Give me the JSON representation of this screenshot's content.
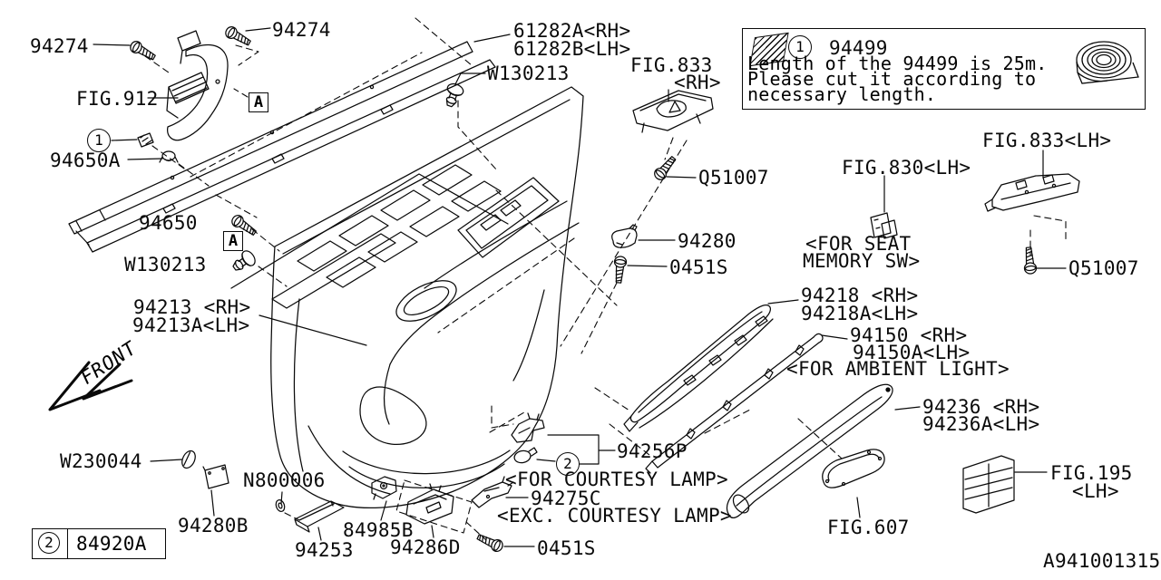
{
  "diagram_code": "A941001315",
  "front_label": "FRONT",
  "markers": {
    "a": "A",
    "ref1": "1",
    "ref2": "2"
  },
  "note_box": {
    "ref": "1",
    "part_number": "94499",
    "line1": "Length of the 94499 is 25m.",
    "line2": "Please cut it according to",
    "line3": "necessary length."
  },
  "legend_box": {
    "ref": "2",
    "part_number": "84920A"
  },
  "callouts": {
    "p94274_a": "94274",
    "p94274_b": "94274",
    "fig912": "FIG.912",
    "p94650a": "94650A",
    "p94650": "94650",
    "w130213_mid": "W130213",
    "p94213_rh": "94213 <RH>",
    "p94213_lh": "94213A<LH>",
    "p61282a": "61282A<RH>",
    "p61282b": "61282B<LH>",
    "w130213_top": "W130213",
    "fig833_rh_1": "FIG.833",
    "fig833_rh_2": "<RH>",
    "q51007_top": "Q51007",
    "fig833_lh": "FIG.833<LH>",
    "fig830_lh": "FIG.830<LH>",
    "seat_memory_1": "<FOR SEAT",
    "seat_memory_2": "MEMORY SW>",
    "q51007_right": "Q51007",
    "p94280": "94280",
    "p0451s_mid": "0451S",
    "p94218_rh": "94218 <RH>",
    "p94218_lh": "94218A<LH>",
    "p94150_rh": "94150 <RH>",
    "p94150_lh": "94150A<LH>",
    "ambient": "<FOR AMBIENT LIGHT>",
    "p94236_rh": "94236 <RH>",
    "p94236_lh": "94236A<LH>",
    "fig195_1": "FIG.195",
    "fig195_2": "<LH>",
    "fig607": "FIG.607",
    "p94256p": "94256P",
    "courtesy": "<FOR COURTESY LAMP>",
    "p94275c": "94275C",
    "exc_courtesy": "<EXC. COURTESY LAMP>",
    "p0451s_bot": "0451S",
    "p94286d": "94286D",
    "p84985b": "84985B",
    "p94253": "94253",
    "n800006": "N800006",
    "p94280b": "94280B",
    "w230044": "W230044"
  }
}
